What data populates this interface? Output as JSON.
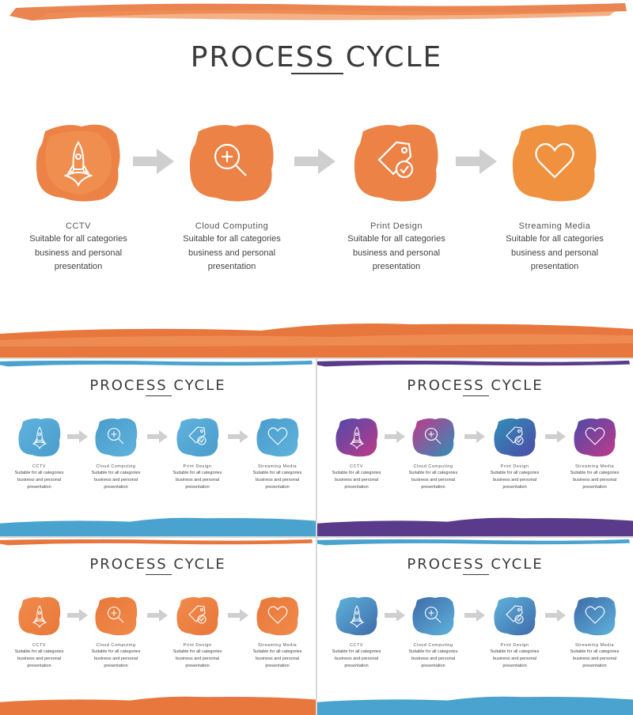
{
  "title": "PROCESS CYCLE",
  "steps": [
    {
      "label": "CCTV",
      "icon": "rocket-icon",
      "desc": [
        "Suitable for all categories",
        "business and personal",
        "presentation"
      ]
    },
    {
      "label": "Cloud  Computing",
      "icon": "zoom-in-icon",
      "desc": [
        "Suitable for all categories",
        "business and personal",
        "presentation"
      ]
    },
    {
      "label": "Print Design",
      "icon": "tag-check-icon",
      "desc": [
        "Suitable for all categories",
        "business and personal",
        "presentation"
      ]
    },
    {
      "label": "Streaming  Media",
      "icon": "heart-icon",
      "desc": [
        "Suitable for all categories",
        "business and personal",
        "presentation"
      ]
    }
  ],
  "themes": {
    "orange": {
      "blob": [
        "#f08a4b",
        "#e8783a"
      ],
      "brush": "#e8773e"
    },
    "blue": {
      "blob": [
        "#5fb3dc",
        "#4a9ccc"
      ],
      "brush": "#4aa3cf"
    },
    "purple": {
      "blob": [
        "#4e4aa8",
        "#c03a8a",
        "#2f8fb8"
      ],
      "brush": "#5a3a8a"
    },
    "mixed_blue": {
      "blob": [
        "#5fb3dc",
        "#3e6aa8"
      ],
      "brush": "#4aa3cf"
    },
    "arrow": "#cfcfcf"
  }
}
